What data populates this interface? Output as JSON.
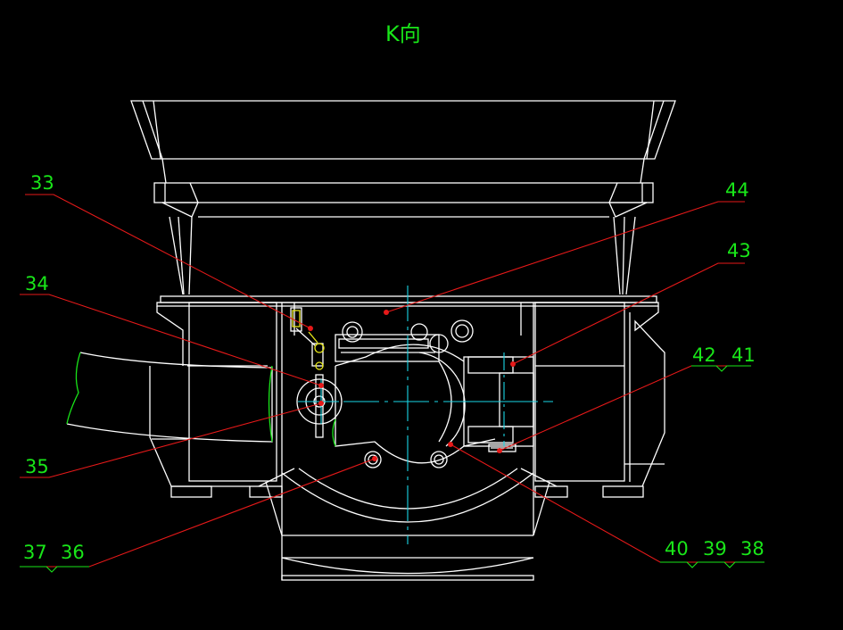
{
  "title": "K向",
  "callouts": [
    {
      "id": "c33",
      "text": "33"
    },
    {
      "id": "c34",
      "text": "34"
    },
    {
      "id": "c35",
      "text": "35"
    },
    {
      "id": "c36",
      "text": "36"
    },
    {
      "id": "c37",
      "text": "37"
    },
    {
      "id": "c38",
      "text": "38"
    },
    {
      "id": "c39",
      "text": "39"
    },
    {
      "id": "c40",
      "text": "40"
    },
    {
      "id": "c41",
      "text": "41"
    },
    {
      "id": "c42",
      "text": "42"
    },
    {
      "id": "c43",
      "text": "43"
    },
    {
      "id": "c44",
      "text": "44"
    }
  ],
  "colors": {
    "background": "#000000",
    "outline": "#ffffff",
    "leader": "#e61919",
    "label": "#19e619",
    "centerline": "#19d6e6",
    "highlight": "#e6e619"
  }
}
